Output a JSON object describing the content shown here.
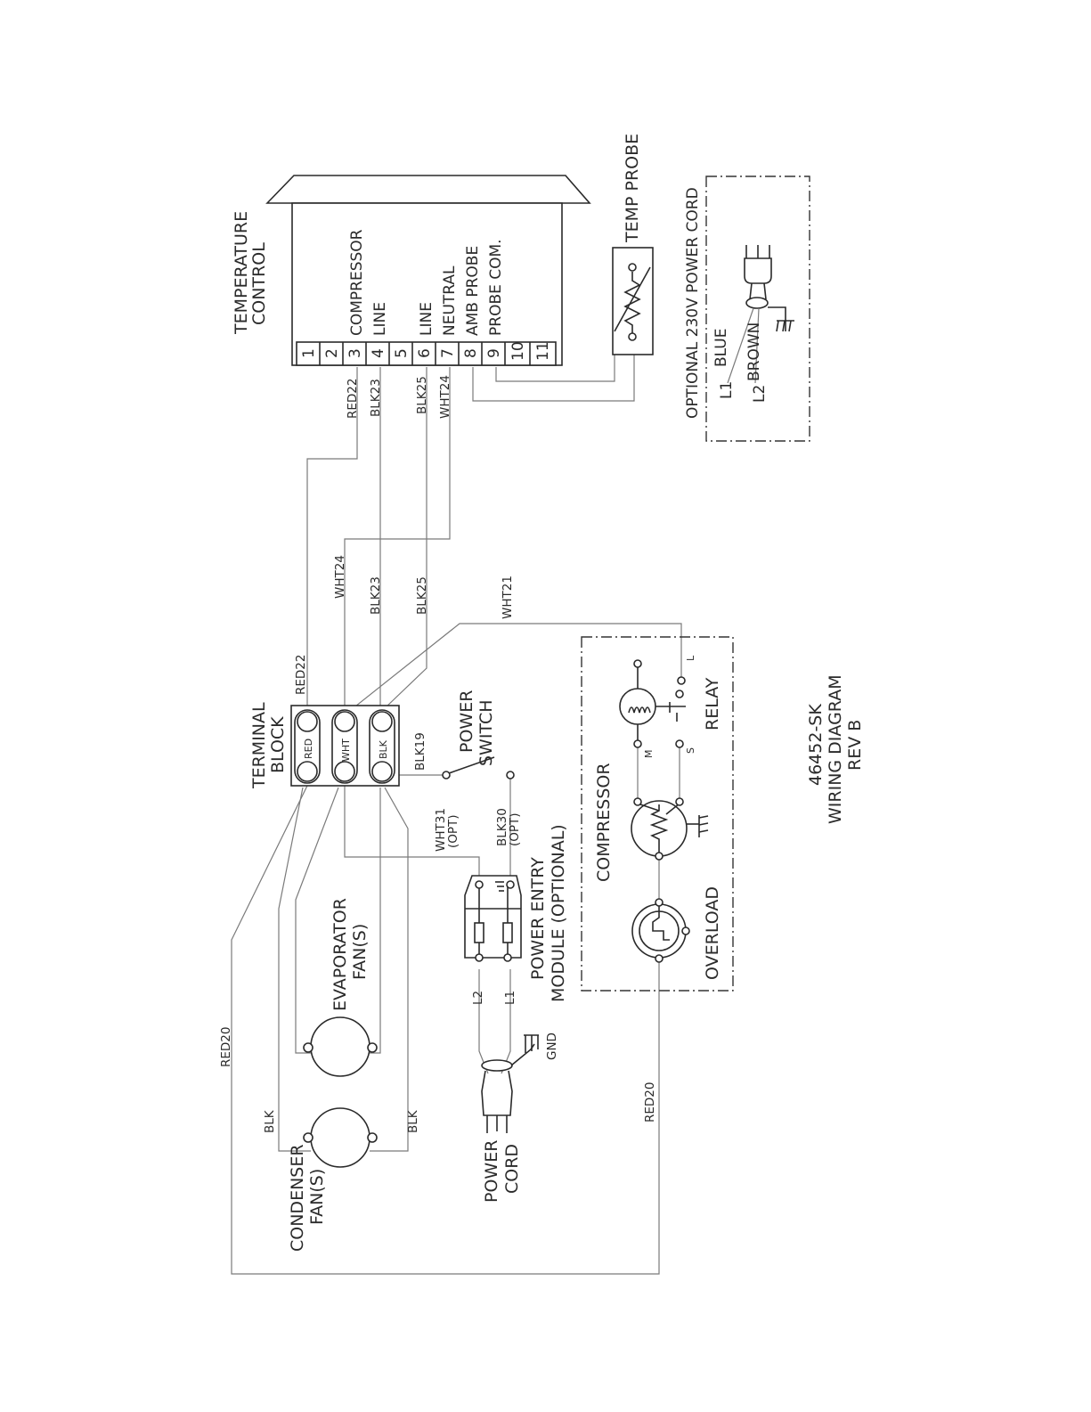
{
  "title": {
    "line1": "46452-SK",
    "line2": "WIRING DIAGRAM",
    "line3": "REV  B"
  },
  "temperature_control": {
    "label_line1": "TEMPERATURE",
    "label_line2": "CONTROL",
    "terminals": [
      "1",
      "2",
      "3",
      "4",
      "5",
      "6",
      "7",
      "8",
      "9",
      "10",
      "11"
    ],
    "terminal_labels": {
      "t3": "COMPRESSOR",
      "t4": "LINE",
      "t6": "LINE",
      "t7": "NEUTRAL",
      "t8": "AMB PROBE",
      "t9": "PROBE COM."
    }
  },
  "temp_probe": {
    "label": "TEMP PROBE"
  },
  "optional_cord": {
    "label": "OPTIONAL 230V POWER CORD",
    "l1": "L1",
    "l1_color": "BLUE",
    "l2": "L2",
    "l2_color": "BROWN"
  },
  "terminal_block": {
    "label_line1": "TERMINAL",
    "label_line2": "BLOCK",
    "slots": [
      "RED",
      "WHT",
      "BLK"
    ]
  },
  "power_switch": {
    "label_line1": "POWER",
    "label_line2": "SWITCH"
  },
  "power_entry": {
    "label_line1": "POWER ENTRY",
    "label_line2": "MODULE (OPTIONAL)",
    "l2": "L2",
    "l1": "L1"
  },
  "power_cord": {
    "label_line1": "POWER",
    "label_line2": "CORD",
    "gnd": "GND"
  },
  "evaporator": {
    "label_line1": "EVAPORATOR",
    "label_line2": "FAN(S)"
  },
  "condenser": {
    "label_line1": "CONDENSER",
    "label_line2": "FAN(S)"
  },
  "compressor_box": {
    "compressor": "COMPRESSOR",
    "relay": "RELAY",
    "overload": "OVERLOAD",
    "relay_m": "M",
    "relay_s": "S",
    "relay_l": "L"
  },
  "wires": {
    "red22_top": "RED22",
    "blk23_top": "BLK23",
    "blk25_top": "BLK25",
    "wht24_top": "WHT24",
    "wht24_mid": "WHT24",
    "blk23_mid": "BLK23",
    "blk25_mid": "BLK25",
    "wht21": "WHT21",
    "red22_mid": "RED22",
    "blk19": "BLK19",
    "wht31": "WHT31",
    "wht31_opt": "(OPT)",
    "blk30": "BLK30",
    "blk30_opt": "(OPT)",
    "red20_left": "RED20",
    "red20_bottom": "RED20",
    "blk_left": "BLK",
    "blk_right": "BLK"
  }
}
